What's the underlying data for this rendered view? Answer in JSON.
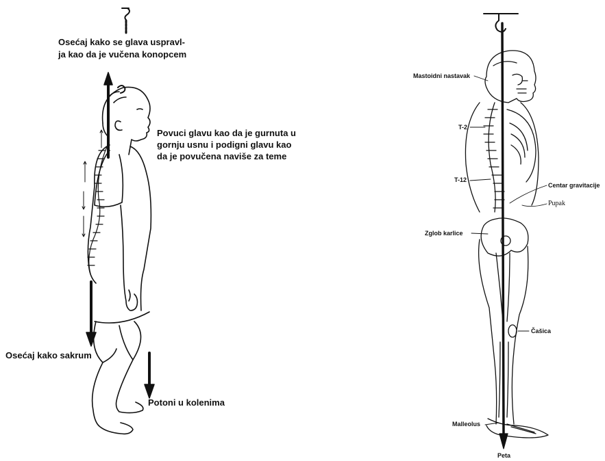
{
  "left_figure": {
    "head_caption_line1": "Osećaj kako se glava uspravl-",
    "head_caption_line2": "ja kao da je vučena konopcem",
    "chin_caption_line1": "Povuci glavu kao da je gurnuta u",
    "chin_caption_line2": "gornju usnu i podigni glavu kao",
    "chin_caption_line3": "da je povučena naviše za teme",
    "sacrum_caption": "Osećaj kako sakrum",
    "knee_caption": "Potoni u kolenima",
    "hook_icon": "hook-icon"
  },
  "right_figure": {
    "labels": {
      "mastoid": "Mastoidni nastavak",
      "t2": "T-2",
      "t12": "T-12",
      "center": "Centar gravitacije",
      "navel": "Pupak",
      "hip": "Zglob karlice",
      "kneecap": "Čašica",
      "malleolus": "Malleolus",
      "heel": "Peta"
    }
  },
  "colors": {
    "ink": "#111111",
    "background": "#ffffff"
  }
}
